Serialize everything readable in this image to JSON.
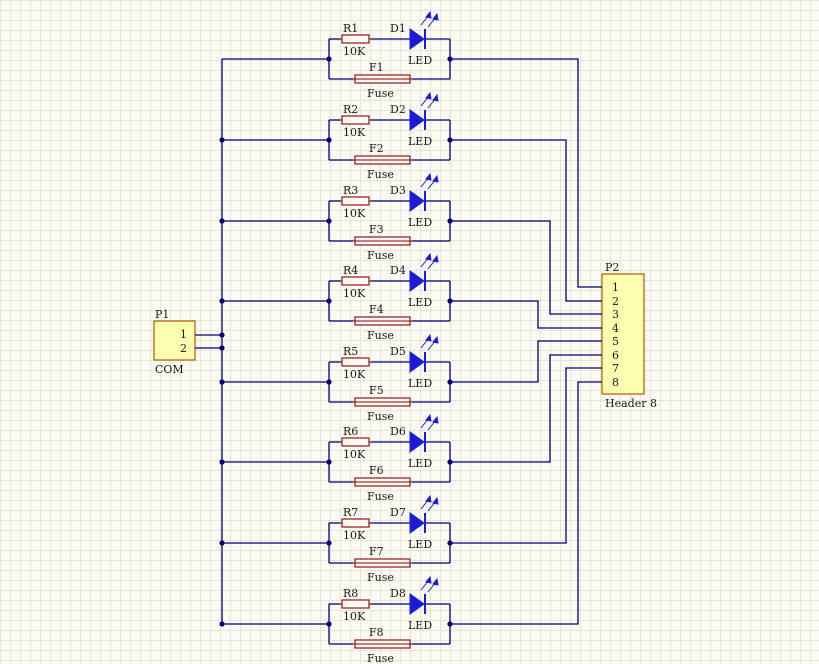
{
  "channels": [
    {
      "r": "R1",
      "val": "10K",
      "d": "D1",
      "led": "LED",
      "f": "F1",
      "fuse": "Fuse"
    },
    {
      "r": "R2",
      "val": "10K",
      "d": "D2",
      "led": "LED",
      "f": "F2",
      "fuse": "Fuse"
    },
    {
      "r": "R3",
      "val": "10K",
      "d": "D3",
      "led": "LED",
      "f": "F3",
      "fuse": "Fuse"
    },
    {
      "r": "R4",
      "val": "10K",
      "d": "D4",
      "led": "LED",
      "f": "F4",
      "fuse": "Fuse"
    },
    {
      "r": "R5",
      "val": "10K",
      "d": "D5",
      "led": "LED",
      "f": "F5",
      "fuse": "Fuse"
    },
    {
      "r": "R6",
      "val": "10K",
      "d": "D6",
      "led": "LED",
      "f": "F6",
      "fuse": "Fuse"
    },
    {
      "r": "R7",
      "val": "10K",
      "d": "D7",
      "led": "LED",
      "f": "F7",
      "fuse": "Fuse"
    },
    {
      "r": "R8",
      "val": "10K",
      "d": "D8",
      "led": "LED",
      "f": "F8",
      "fuse": "Fuse"
    }
  ],
  "p1": {
    "ref": "P1",
    "name": "COM",
    "pins": [
      "1",
      "2"
    ]
  },
  "p2": {
    "ref": "P2",
    "name": "Header 8",
    "pins": [
      "1",
      "2",
      "3",
      "4",
      "5",
      "6",
      "7",
      "8"
    ]
  },
  "colors": {
    "wire": "#00007f",
    "led": "#1c1cd8",
    "part_outline": "#8b0000",
    "header_fill": "#ffffb0"
  }
}
